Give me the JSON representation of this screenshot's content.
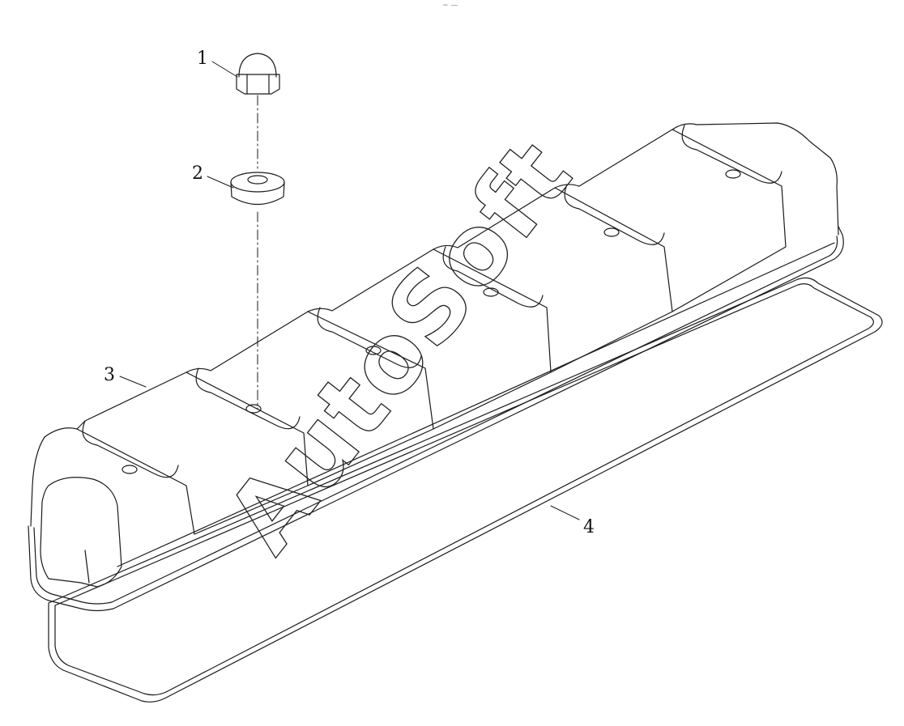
{
  "diagram": {
    "header_mark": "~ —",
    "callouts": [
      {
        "id": "1",
        "label": "1",
        "part": "cap-nut"
      },
      {
        "id": "2",
        "label": "2",
        "part": "sealing-washer"
      },
      {
        "id": "3",
        "label": "3",
        "part": "valve-cover"
      },
      {
        "id": "4",
        "label": "4",
        "part": "gasket"
      }
    ],
    "watermark": "AutoSoft",
    "line_color": "#1a1a1a",
    "watermark_color": "#222222"
  }
}
